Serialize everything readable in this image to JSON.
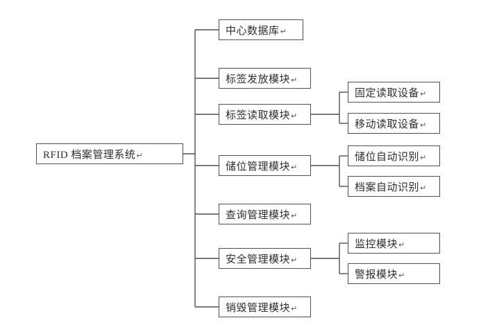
{
  "diagram": {
    "return_mark": "↵",
    "line_color": "#4f4f4f",
    "box_background": "#ffffff",
    "tree": {
      "root": {
        "label": "RFID 档案管理系统"
      },
      "children": [
        {
          "label": "中心数据库"
        },
        {
          "label": "标签发放模块"
        },
        {
          "label": "标签读取模块",
          "children": [
            {
              "label": "固定读取设备"
            },
            {
              "label": "移动读取设备"
            }
          ]
        },
        {
          "label": "储位管理模块",
          "children": [
            {
              "label": "储位自动识别"
            },
            {
              "label": "档案自动识别"
            }
          ]
        },
        {
          "label": "查询管理模块"
        },
        {
          "label": "安全管理模块",
          "children": [
            {
              "label": "监控模块"
            },
            {
              "label": "警报模块"
            }
          ]
        },
        {
          "label": "销毁管理模块"
        }
      ]
    }
  }
}
